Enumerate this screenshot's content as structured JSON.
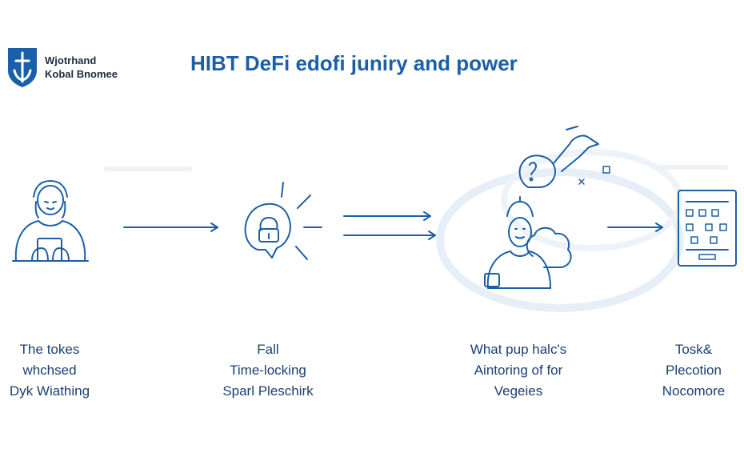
{
  "header": {
    "logo_line1": "Wjotrhand",
    "logo_line2": "Kobal Bnomee",
    "title": "HIBT DeFi edofi juniry and power"
  },
  "steps": [
    {
      "lines": [
        "The tokes",
        "whchsed",
        "Dyk Wiathing"
      ],
      "icon": "person-with-device-icon"
    },
    {
      "lines": [
        "Fall",
        "Time-locking",
        "Sparl Pleschirk"
      ],
      "icon": "lock-burst-icon"
    },
    {
      "lines": [
        "What pup halc's",
        "Aintoring of for",
        "Vegeies"
      ],
      "icon": "person-with-cloud-icon"
    },
    {
      "lines": [
        "Tosk&",
        "Plecotion",
        "Nocomore"
      ],
      "icon": "dashboard-panel-icon"
    }
  ],
  "colors": {
    "accent": "#1b5fa8",
    "text": "#1a3f73",
    "logo_text": "#1f2a44"
  }
}
